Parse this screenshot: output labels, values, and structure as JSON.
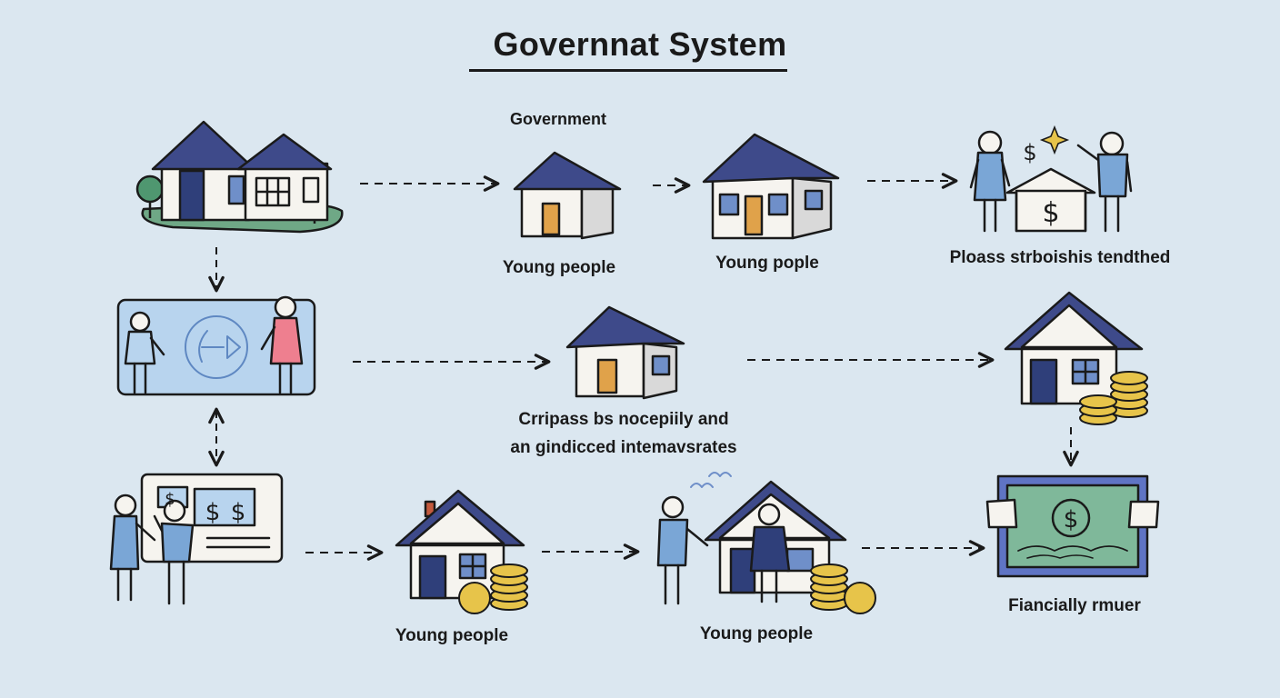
{
  "title": "Governnat System",
  "labels": {
    "government": "Government",
    "young_people_1": "Young people",
    "young_people_2": "Young pople",
    "ploass": "Ploass strboishis tendthed",
    "cripass_line1": "Crripass bs nocepiily and",
    "cripass_line2": "an gindicced intemavsrates",
    "young_people_3": "Young people",
    "young_people_4": "Young people",
    "financially": "Fiancially rmuer"
  },
  "icons": {
    "large_house": "house-with-trees-icon",
    "small_house": "house-icon",
    "couple_house": "couple-with-house-icon",
    "discussion_board": "discussion-board-icon",
    "money_board": "money-board-icon",
    "coins": "coins-icon",
    "cash_bill": "cash-bill-icon",
    "dollar": "dollar-icon",
    "sparkle": "sparkle-icon"
  },
  "colors": {
    "background": "#dbe7f0",
    "roof": "#3e4a8a",
    "wall": "#f6f4ef",
    "door_orange": "#e0a24a",
    "door_navy": "#2f3f7a",
    "window": "#6f8fc9",
    "grass": "#6fa886",
    "tree": "#4f9770",
    "coin": "#e7c44a",
    "person_blue": "#7aa6d6",
    "person_pink": "#ee7f8f",
    "bill_green": "#7fb89a",
    "board_blue": "#b8d4ee"
  }
}
